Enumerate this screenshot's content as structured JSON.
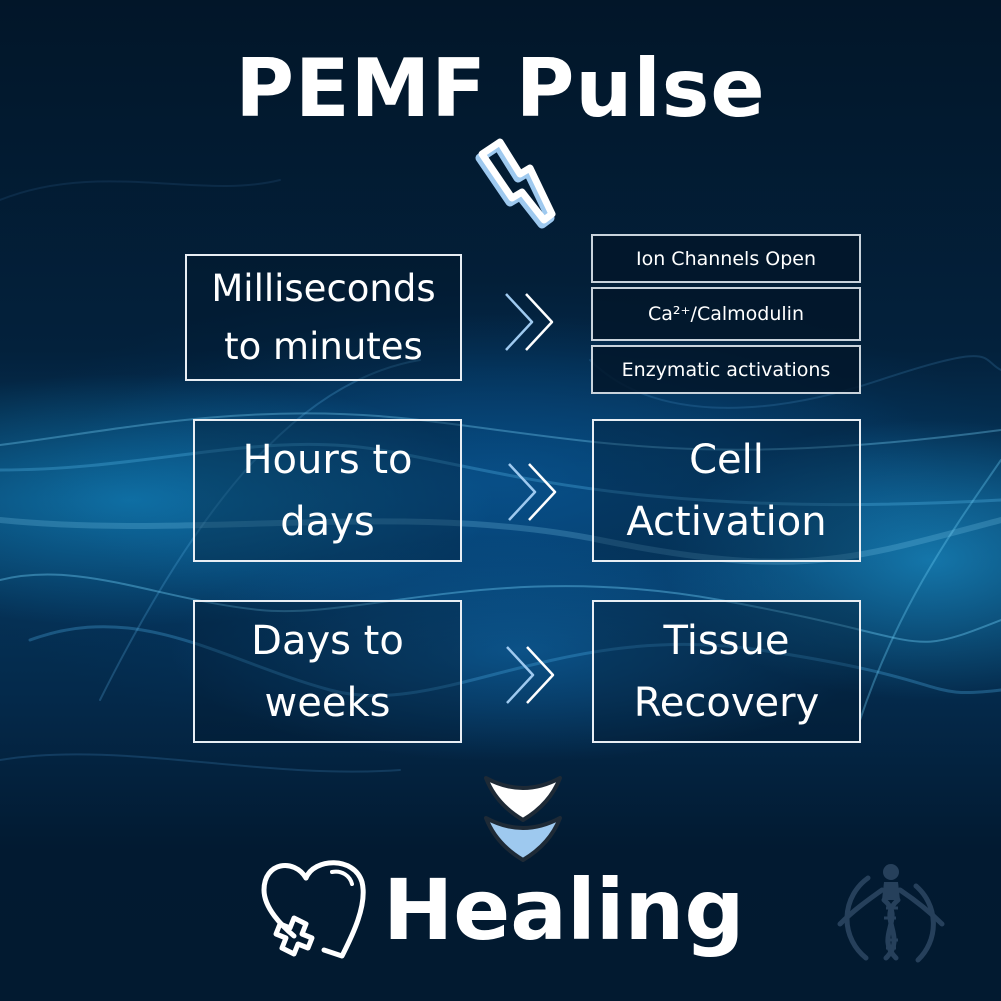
{
  "title": "PEMF Pulse",
  "icons": {
    "title_icon": "lightning-bolt-icon",
    "arrow_icon": "double-chevron-right-icon",
    "down_icon": "double-chevron-down-icon",
    "footer_icon": "heart-with-cross-icon",
    "watermark": "dna-human-figure-logo"
  },
  "colors": {
    "text": "#ffffff",
    "accent_light_blue": "#9ec9ef",
    "background_dark": "#021a31",
    "background_glow": "#1a9ad6",
    "border": "#e8eef4"
  },
  "rows": [
    {
      "timeframe": [
        "Milliseconds",
        "to minutes"
      ],
      "effects": [
        "Ion Channels Open",
        "Ca²⁺/Calmodulin",
        "Enzymatic activations"
      ]
    },
    {
      "timeframe": [
        "Hours to",
        "days"
      ],
      "effect": [
        "Cell",
        "Activation"
      ]
    },
    {
      "timeframe": [
        "Days to",
        "weeks"
      ],
      "effect": [
        "Tissue",
        "Recovery"
      ]
    }
  ],
  "outcome": "Healing"
}
